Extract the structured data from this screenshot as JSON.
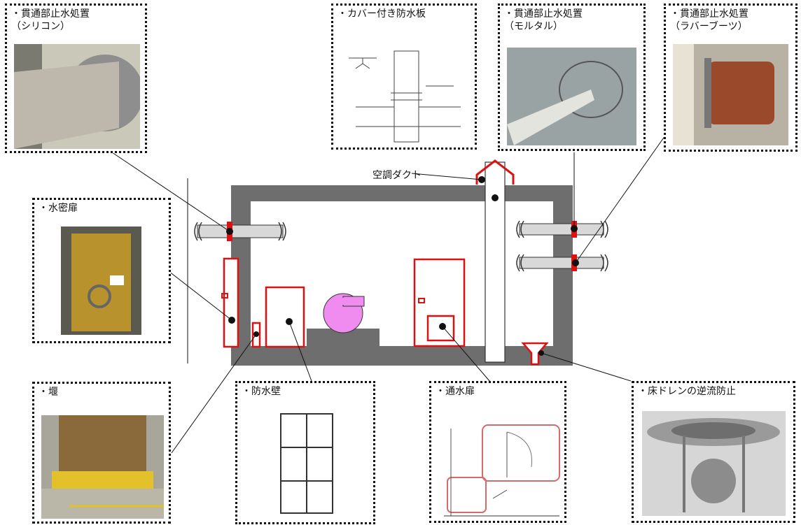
{
  "callouts": {
    "silicone": "・貫通部止水処置\n（シリコン）",
    "cover_plate": "・カバー付き防水板",
    "mortar": "・貫通部止水処置\n（モルタル）",
    "rubber_boots": "・貫通部止水処置\n（ラバーブーツ）",
    "watertight_door": "・水密扉",
    "weir": "・堰",
    "flood_wall": "・防水壁",
    "flap_door": "・通水扉",
    "floor_drain": "・床ドレンの逆流防止"
  },
  "diagram": {
    "duct_label": "空調ダクト"
  },
  "colors": {
    "wall": "#6e6e6e",
    "accent_red": "#dd1111",
    "fan": "#f08cf0",
    "pipe": "#d8d8d8"
  }
}
